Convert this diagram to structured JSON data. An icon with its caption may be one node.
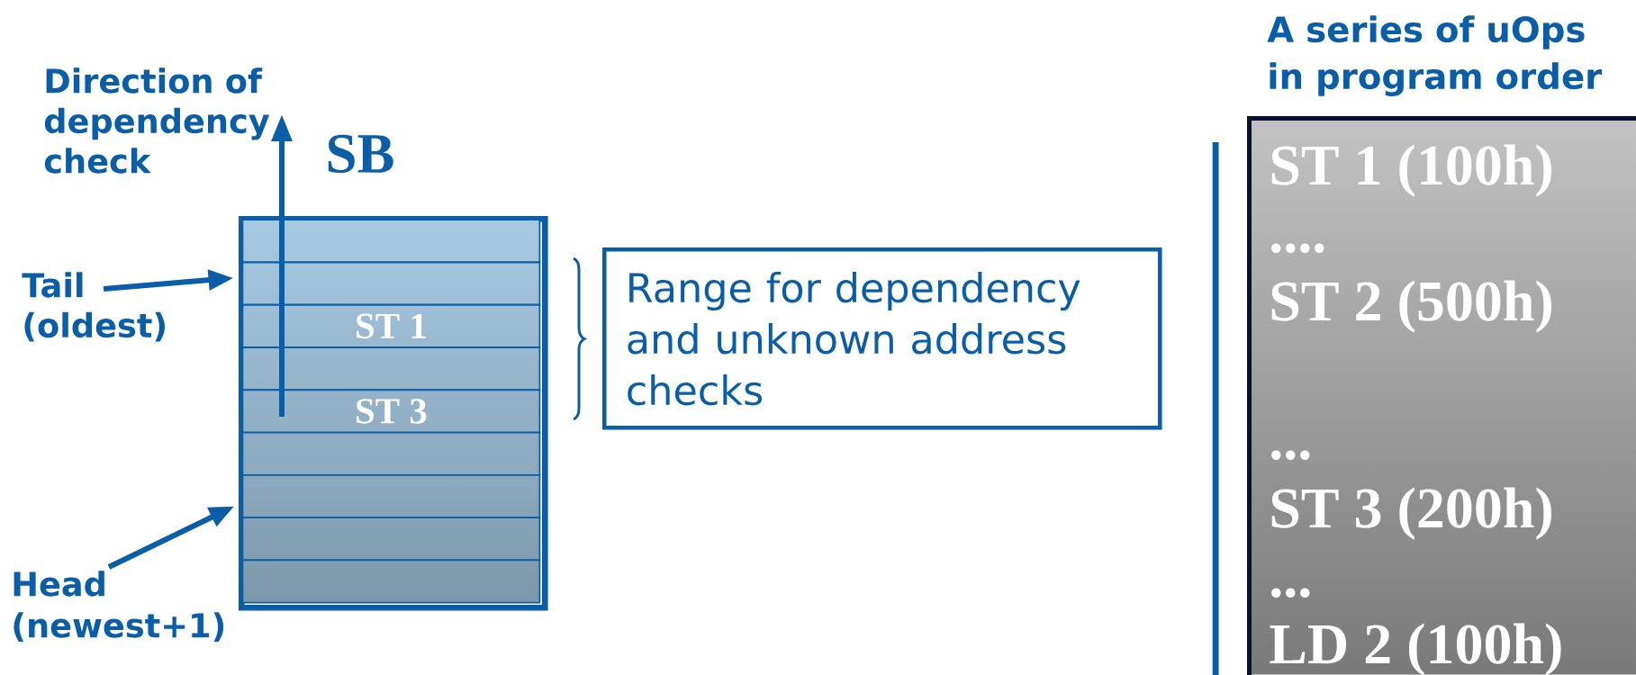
{
  "diagram": {
    "nodes": [
      {
        "text": [
          "SB"
        ]
      },
      {
        "text": [],
        "shape": "box",
        "in": 0
      },
      {
        "text": [],
        "shape": "box",
        "in": 0
      },
      {
        "text": [
          "ST 1"
        ],
        "in": 0
      },
      {
        "text": [],
        "shape": "box",
        "in": 0
      },
      {
        "text": [
          "ST 3"
        ],
        "in": 0
      },
      {
        "text": [],
        "shape": "box",
        "in": 0
      },
      {
        "text": [],
        "shape": "box",
        "in": 0
      },
      {
        "text": [],
        "shape": "box",
        "in": 0
      },
      {
        "text": [],
        "shape": "box",
        "in": 0
      },
      {
        "text": [
          "Tail (oldest)"
        ]
      },
      {
        "text": [
          "Head (newest+1)"
        ]
      },
      {
        "text": [
          "Range for dependency and unknown address checks"
        ]
      },
      {
        "text": [
          "A series of uOps in program order",
          "ST 1 (100h)",
          "....",
          "ST 2 (500h)",
          "...",
          "ST 3 (200h)",
          "...",
          "LD 2 (100h)"
        ]
      }
    ],
    "edges": [
      {
        "from": 10,
        "to": 2,
        "arrow": "to"
      },
      {
        "from": 11,
        "to": 7,
        "arrow": "to"
      }
    ],
    "labels": [
      "Direction of dependency check"
    ]
  }
}
